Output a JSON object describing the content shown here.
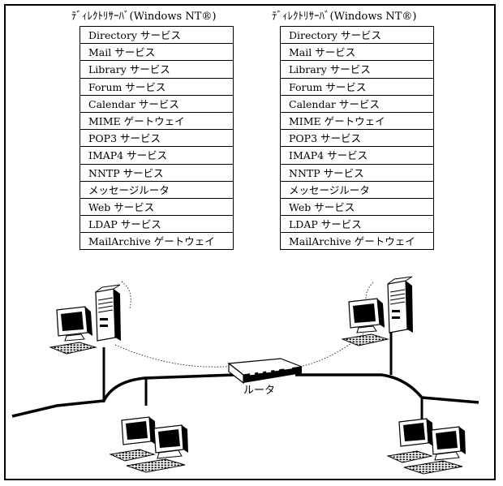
{
  "servers": [
    {
      "title": "ﾃﾞｨﾚｸﾄﾘｻｰﾊﾞ(Windows NT®)",
      "services": [
        "Directory サービス",
        "Mail サービス",
        "Library サービス",
        "Forum サービス",
        "Calendar サービス",
        "MIME ゲートウェイ",
        "POP3 サービス",
        "IMAP4 サービス",
        "NNTP サービス",
        "メッセージルータ",
        "Web サービス",
        "LDAP サービス",
        "MailArchive ゲートウェイ"
      ]
    },
    {
      "title": "ﾃﾞｨﾚｸﾄﾘｻｰﾊﾞ(Windows NT®)",
      "services": [
        "Directory サービス",
        "Mail サービス",
        "Library サービス",
        "Forum サービス",
        "Calendar サービス",
        "MIME ゲートウェイ",
        "POP3 サービス",
        "IMAP4 サービス",
        "NNTP サービス",
        "メッセージルータ",
        "Web サービス",
        "LDAP サービス",
        "MailArchive ゲートウェイ"
      ]
    }
  ],
  "network": {
    "router_label": "ルータ"
  }
}
